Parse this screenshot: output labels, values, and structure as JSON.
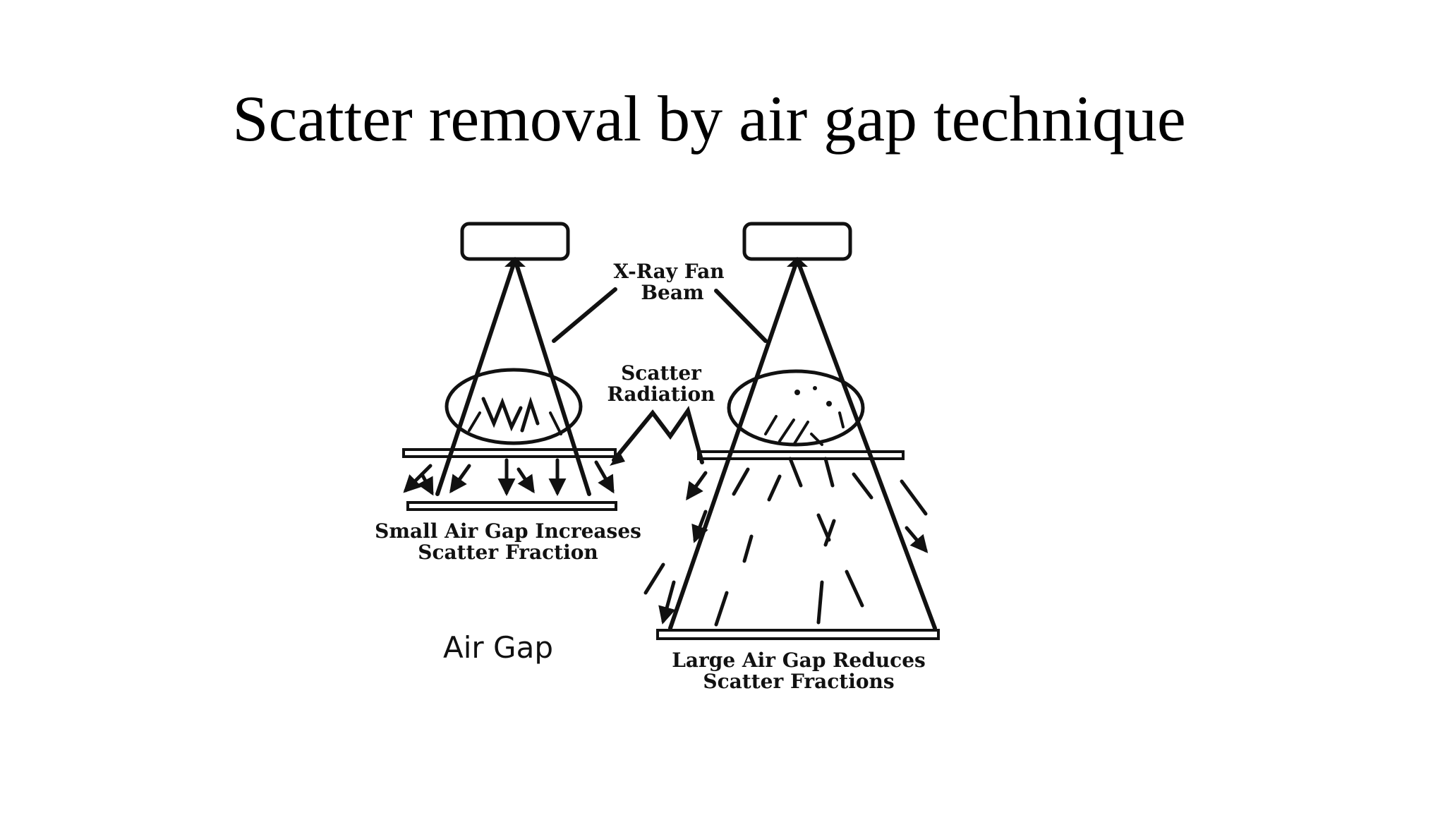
{
  "slide": {
    "title": "Scatter removal by air gap technique"
  },
  "diagram": {
    "beam_label_line1": "X-Ray Fan",
    "beam_label_line2": "Beam",
    "scatter_label_line1": "Scatter",
    "scatter_label_line2": "Radiation",
    "small_gap_line1": "Small Air Gap Increases",
    "small_gap_line2": "Scatter Fraction",
    "large_gap_line1": "Large Air Gap Reduces",
    "large_gap_line2": "Scatter Fractions",
    "air_gap_label": "Air Gap"
  },
  "colors": {
    "ink": "#111111",
    "background": "#ffffff"
  }
}
